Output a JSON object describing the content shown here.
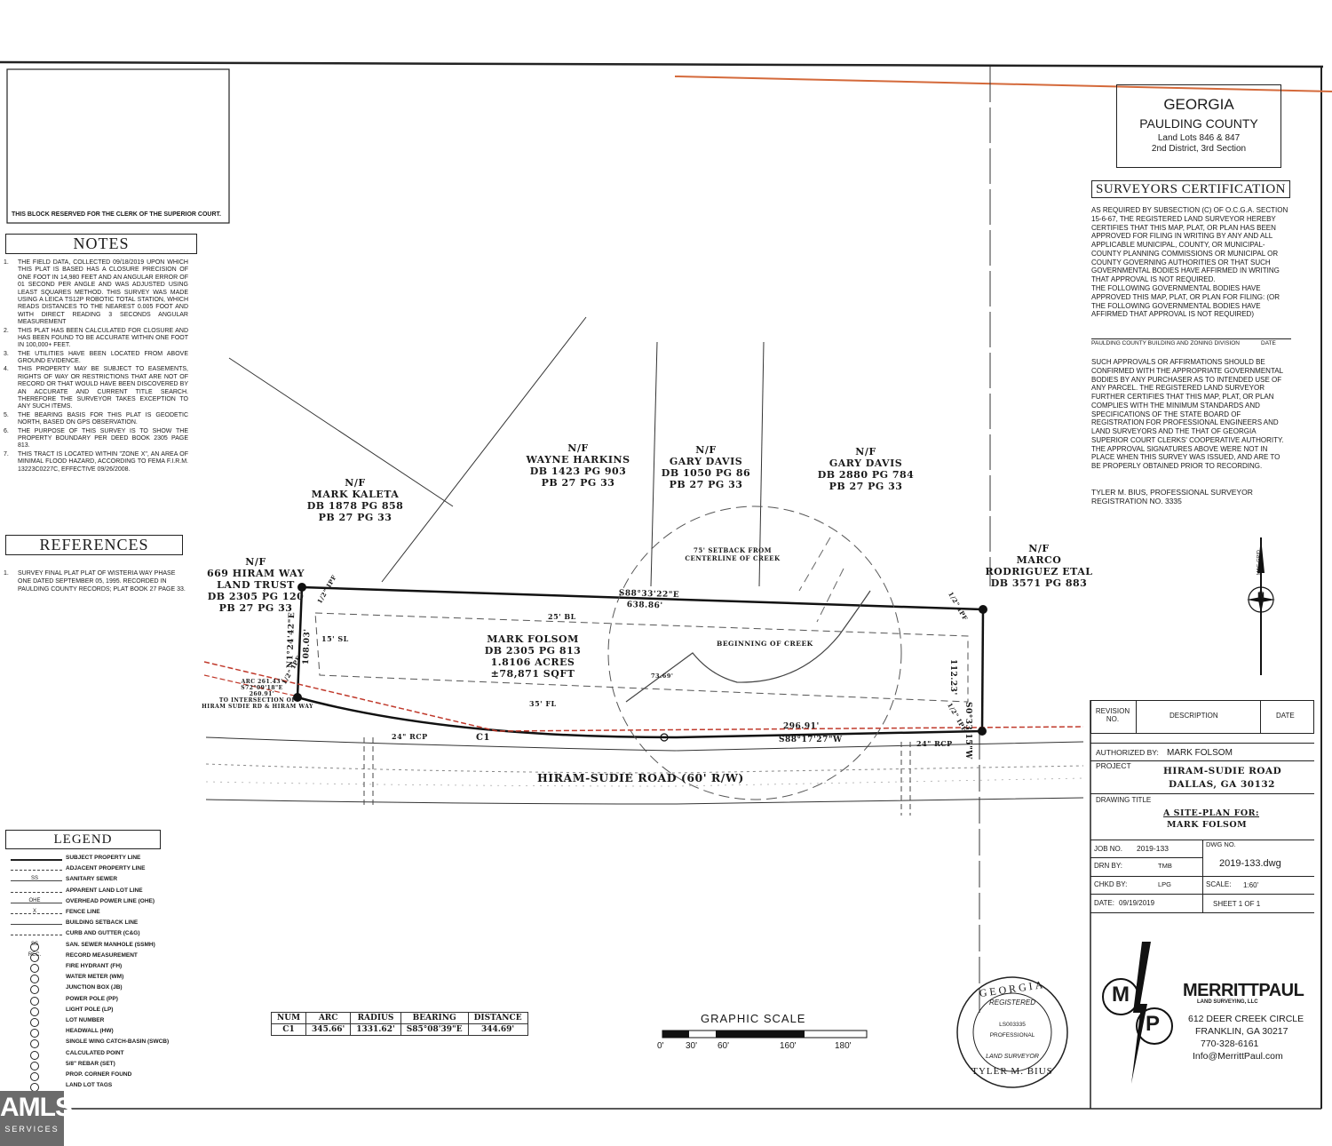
{
  "clerk_block": {
    "text": "THIS BLOCK RESERVED FOR THE CLERK OF THE SUPERIOR COURT."
  },
  "notes": {
    "title": "NOTES",
    "items": [
      {
        "num": "1.",
        "text": "THE FIELD DATA, COLLECTED 09/18/2019 UPON WHICH THIS PLAT IS BASED HAS A CLOSURE PRECISION OF ONE FOOT IN 14,980 FEET AND AN ANGULAR ERROR OF 01 SECOND PER ANGLE AND WAS ADJUSTED USING LEAST SQUARES METHOD. THIS SURVEY WAS MADE USING A LEICA TS12P ROBOTIC TOTAL STATION, WHICH READS DISTANCES TO THE NEAREST 0.005 FOOT AND WITH DIRECT READING 3 SECONDS ANGULAR MEASUREMENT"
      },
      {
        "num": "2.",
        "text": "THIS PLAT HAS BEEN CALCULATED FOR CLOSURE AND HAS BEEN FOUND TO BE ACCURATE WITHIN ONE FOOT IN 100,000+ FEET."
      },
      {
        "num": "3.",
        "text": "THE UTILITIES HAVE BEEN LOCATED FROM ABOVE GROUND EVIDENCE."
      },
      {
        "num": "4.",
        "text": "THIS PROPERTY MAY BE SUBJECT TO EASEMENTS, RIGHTS OF WAY OR RESTRICTIONS THAT ARE NOT OF RECORD OR THAT WOULD HAVE BEEN DISCOVERED BY AN ACCURATE AND CURRENT TITLE SEARCH. THEREFORE THE SURVEYOR TAKES EXCEPTION TO ANY SUCH ITEMS."
      },
      {
        "num": "5.",
        "text": "THE BEARING BASIS FOR THIS PLAT IS GEODETIC NORTH, BASED ON GPS OBSERVATION."
      },
      {
        "num": "6.",
        "text": "THE PURPOSE OF THIS SURVEY IS TO SHOW THE PROPERTY BOUNDARY PER DEED BOOK 2305 PAGE 813."
      },
      {
        "num": "7.",
        "text": "THIS TRACT IS LOCATED WITHIN \"ZONE X\", AN AREA OF MINIMAL FLOOD HAZARD, ACCORDING TO FEMA F.I.R.M. 13223C0227C, EFFECTIVE 09/26/2008."
      }
    ]
  },
  "references": {
    "title": "REFERENCES",
    "items": [
      {
        "num": "1.",
        "text": "SURVEY FINAL PLAT PLAT OF WISTERIA WAY PHASE ONE DATED SEPTEMBER 05, 1995. RECORDED IN PAULDING COUNTY RECORDS; PLAT BOOK 27 PAGE 33."
      }
    ]
  },
  "legend": {
    "title": "LEGEND",
    "items": [
      {
        "symbol": "",
        "label": "SUBJECT PROPERTY LINE"
      },
      {
        "symbol": "",
        "label": "ADJACENT PROPERTY LINE"
      },
      {
        "symbol": "SS",
        "label": "SANITARY SEWER"
      },
      {
        "symbol": "",
        "label": "APPARENT LAND LOT LINE"
      },
      {
        "symbol": "OHE",
        "label": "OVERHEAD POWER LINE (OHE)"
      },
      {
        "symbol": "X",
        "label": "FENCE LINE"
      },
      {
        "symbol": "",
        "label": "BUILDING SETBACK LINE"
      },
      {
        "symbol": "",
        "label": "CURB AND GUTTER (C&G)"
      },
      {
        "symbol": "SS",
        "label": "SAN. SEWER MANHOLE (SSMH)"
      },
      {
        "symbol": "REC.",
        "label": "RECORD MEASUREMENT"
      },
      {
        "symbol": "",
        "label": "FIRE HYDRANT (FH)"
      },
      {
        "symbol": "",
        "label": "WATER METER (WM)"
      },
      {
        "symbol": "",
        "label": "JUNCTION BOX (JB)"
      },
      {
        "symbol": "",
        "label": "POWER POLE (PP)"
      },
      {
        "symbol": "",
        "label": "LIGHT POLE (LP)"
      },
      {
        "symbol": "",
        "label": "LOT NUMBER"
      },
      {
        "symbol": "",
        "label": "HEADWALL (HW)"
      },
      {
        "symbol": "",
        "label": "SINGLE WING CATCH-BASIN (SWCB)"
      },
      {
        "symbol": "",
        "label": "CALCULATED POINT"
      },
      {
        "symbol": "",
        "label": "5/8\" REBAR (SET)"
      },
      {
        "symbol": "",
        "label": "PROP. CORNER FOUND"
      },
      {
        "symbol": "",
        "label": "LAND LOT TAGS"
      }
    ]
  },
  "title_block": {
    "state": "GEORGIA",
    "county": "PAULDING COUNTY",
    "land_lots": "Land Lots 846 & 847",
    "district": "2nd District, 3rd Section"
  },
  "certification": {
    "title": "SURVEYORS CERTIFICATION",
    "p1": "AS REQUIRED BY SUBSECTION (C) OF O.C.G.A. SECTION 15-6-67, THE REGISTERED LAND SURVEYOR HEREBY CERTIFIES THAT THIS MAP, PLAT, OR PLAN HAS BEEN APPROVED FOR FILING IN WRITING BY ANY AND ALL APPLICABLE MUNICIPAL, COUNTY, OR MUNICIPAL-COUNTY PLANNING COMMISSIONS OR MUNICIPAL OR COUNTY GOVERNING AUTHORITIES OR THAT SUCH GOVERNMENTAL BODIES HAVE AFFIRMED IN WRITING THAT APPROVAL IS NOT REQUIRED.",
    "p2": "THE FOLLOWING GOVERNMENTAL BODIES HAVE APPROVED THIS MAP, PLAT, OR PLAN FOR FILING: (OR THE FOLLOWING GOVERNMENTAL BODIES HAVE AFFIRMED THAT APPROVAL IS NOT REQUIRED)",
    "sign_label": "PAULDING COUNTY BUILDING AND ZONING DIVISION",
    "date_label": "DATE",
    "p3": "SUCH APPROVALS OR AFFIRMATIONS SHOULD BE CONFIRMED WITH THE APPROPRIATE GOVERNMENTAL BODIES BY ANY PURCHASER AS TO INTENDED USE OF ANY PARCEL. THE REGISTERED LAND SURVEYOR FURTHER CERTIFIES THAT THIS MAP, PLAT, OR PLAN COMPLIES WITH THE MINIMUM STANDARDS AND SPECIFICATIONS OF THE STATE BOARD OF REGISTRATION FOR PROFESSIONAL ENGINEERS AND LAND SURVEYORS AND THE THAT OF GEORGIA SUPERIOR COURT CLERKS' COOPERATIVE AUTHORITY. THE APPROVAL SIGNATURES ABOVE WERE NOT IN PLACE WHEN THIS SURVEY WAS ISSUED, AND ARE TO BE PROPERLY OBTAINED PRIOR TO RECORDING.",
    "surveyor": "TYLER M. BIUS, PROFESSIONAL SURVEYOR REGISTRATION NO. 3335"
  },
  "revision": {
    "col1": "REVISION NO.",
    "col2": "DESCRIPTION",
    "col3": "DATE"
  },
  "project": {
    "authorized_label": "AUTHORIZED BY:",
    "authorized_value": "MARK FOLSOM",
    "project_label": "PROJECT",
    "project_line1": "HIRAM-SUDIE ROAD",
    "project_line2": "DALLAS, GA 30132",
    "drawing_title_label": "DRAWING TITLE",
    "drawing_title_line1": "A SITE-PLAN FOR:",
    "drawing_title_line2": "MARK FOLSOM",
    "job_label": "JOB NO.",
    "job_value": "2019-133",
    "dwg_label": "DWG NO.",
    "dwg_value": "2019-133.dwg",
    "drn_label": "DRN BY:",
    "drn_value": "TMB",
    "chkd_label": "CHKD BY:",
    "chkd_value": "LPG",
    "scale_label": "SCALE:",
    "scale_value": "1:60'",
    "date_label": "DATE:",
    "date_value": "09/19/2019",
    "sheet_label": "SHEET 1 OF 1"
  },
  "company": {
    "name": "MERRITTPAUL",
    "sub": "LAND SURVEYING, LLC",
    "address1": "612 DEER CREEK CIRCLE",
    "address2": "FRANKLIN, GA 30217",
    "phone": "770-328-6161",
    "email": "Info@MerrittPaul.com",
    "logo_m": "M",
    "logo_p": "P"
  },
  "seal": {
    "top": "GEORGIA",
    "reg": "REGISTERED",
    "num": "LS003335",
    "prof": "PROFESSIONAL",
    "land": "LAND SURVEYOR",
    "name": "TYLER M. BIUS"
  },
  "curve_table": {
    "headers": [
      "NUM",
      "ARC",
      "RADIUS",
      "BEARING",
      "DISTANCE"
    ],
    "rows": [
      [
        "C1",
        "345.66'",
        "1331.62'",
        "S85°08'39\"E",
        "344.69'"
      ]
    ]
  },
  "graphic_scale": {
    "title": "GRAPHIC SCALE",
    "ticks": [
      "0'",
      "30'",
      "60'",
      "160'",
      "180'"
    ]
  },
  "plat": {
    "parcel": [
      "MARK FOLSOM",
      "DB 2305 PG 813",
      "1.8106 ACRES",
      "±78,871 SQFT"
    ],
    "mark_kaleta": [
      "N/F",
      "MARK KALETA",
      "DB 1878 PG 858",
      "PB 27 PG 33"
    ],
    "wayne_harkins": [
      "N/F",
      "WAYNE HARKINS",
      "DB 1423 PG 903",
      "PB 27 PG 33"
    ],
    "gary_davis_1": [
      "N/F",
      "GARY DAVIS",
      "DB 1050 PG 86",
      "PB 27 PG 33"
    ],
    "gary_davis_2": [
      "N/F",
      "GARY DAVIS",
      "DB 2880 PG 784",
      "PB 27 PG 33"
    ],
    "marco": [
      "N/F",
      "MARCO",
      "RODRIGUEZ ETAL",
      "DB 3571 PG 883"
    ],
    "hiram_way": [
      "N/F",
      "669 HIRAM WAY",
      "LAND TRUST",
      "DB 2305 PG 120",
      "PB 27 PG 33"
    ],
    "north_bearing": "S88°33'22\"E",
    "north_dist": "638.86'",
    "south_dist": "296.91'",
    "south_bearing": "S88°17'27\"W",
    "west_bearing": "N1°24'42\"E",
    "west_dist": "108.03'",
    "east_bearing": "S0°33'15\"W",
    "east_dist": "112.23'",
    "setback_rear": "25' BL",
    "setback_side": "15' SL",
    "setback_front": "35' FL",
    "creek_setback": [
      "75' SETBACK FROM",
      "CENTERLINE OF CREEK"
    ],
    "creek_begin": "BEGINNING OF CREEK",
    "creek_angle": "73.69'",
    "curve_label": "C1",
    "road_name": "HIRAM-SUDIE ROAD (60' R/W)",
    "rcp_left": "24\" RCP",
    "rcp_right": "24\" RCP",
    "ipf_nw": "1/2\" IPF",
    "ipf_ne": "1/2\" IPF",
    "ipf_sw": "1/2\" IPF",
    "ipf_se": "1/2\" IPF",
    "arc_note": [
      "ARC 261.43'",
      "S72°09'18\"E",
      "260.91'"
    ],
    "to_intersection": [
      "TO INTERSECTION OF",
      "HIRAM SUDIE RD & HIRAM WAY"
    ]
  },
  "north_arrow": {
    "label": "N",
    "text": "MAG-GRID"
  },
  "watermark": {
    "text": "AMLS",
    "sub": "SERVICES"
  },
  "colors": {
    "redline": "#c0392b",
    "orange": "#d4693a",
    "ink": "#1a1a1a"
  }
}
